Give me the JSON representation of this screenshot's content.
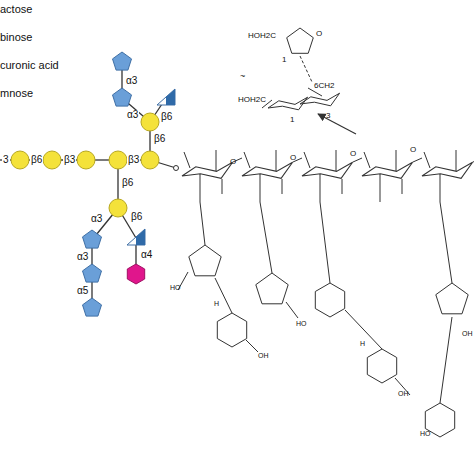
{
  "diagram": {
    "labels": [
      "actose",
      "binose",
      "curonic acid",
      "mnose",
      "3",
      "β6",
      "β3",
      "β3",
      "β6",
      "α3",
      "α3",
      "β6",
      "β6",
      "α3",
      "β6",
      "α3",
      "α5",
      "α4",
      "HOH2C",
      "O",
      "1",
      "~",
      "6CH2",
      "HOH2C",
      "1",
      "3",
      "O",
      "O",
      "O",
      "O",
      "HO",
      "OH",
      "H",
      "HO",
      "OH",
      "H",
      "HO",
      "OH"
    ]
  }
}
